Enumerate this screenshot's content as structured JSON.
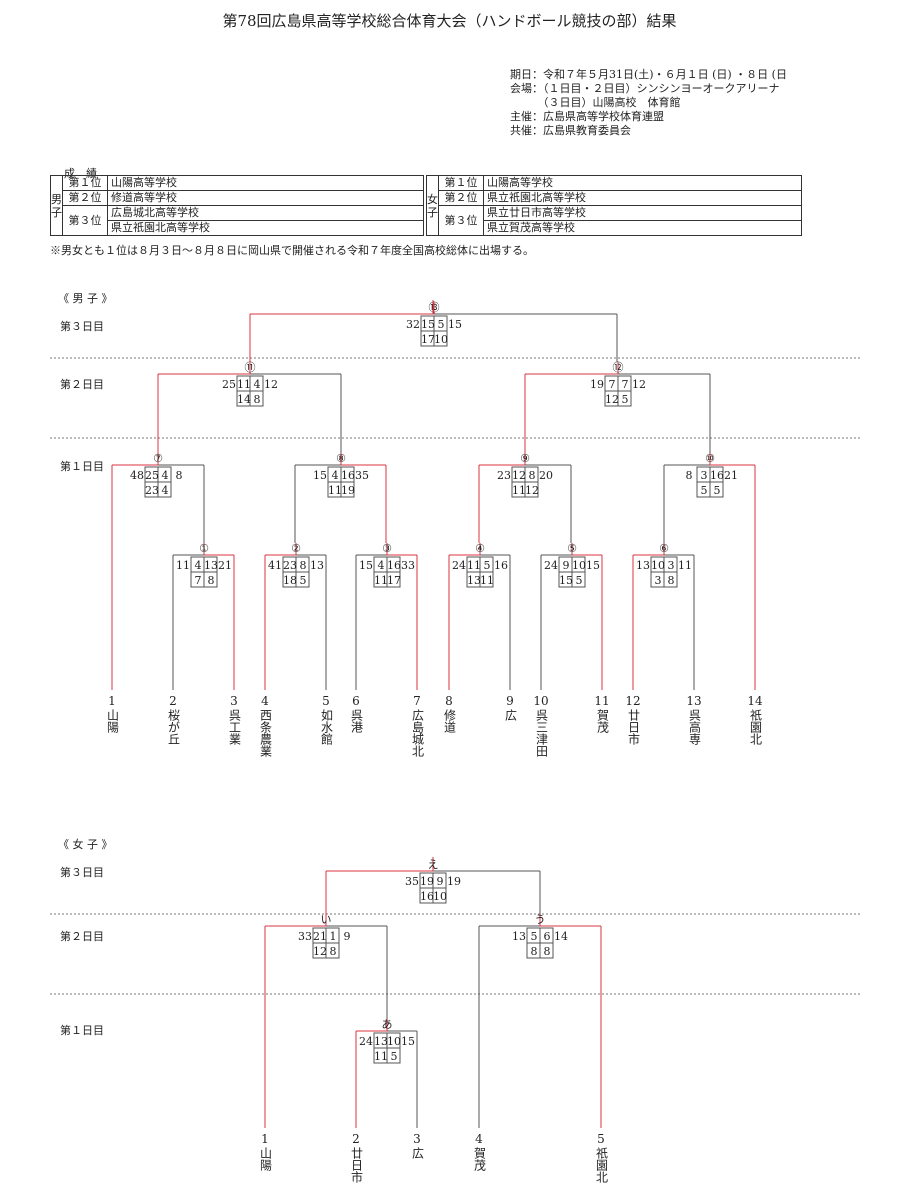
{
  "title": "第78回広島県高等学校総合体育大会（ハンドボール競技の部）結果",
  "info": [
    "期日：令和７年５月31日(土)・６月１日 (日) ・８日 (日",
    "会場：（１日目・２日目）シンシンヨーオークアリーナ",
    "　　　（３日目）山陽高校　体育館",
    "主催：広島県高等学校体育連盟",
    "共催：広島県教育委員会"
  ],
  "results_label": "成　績",
  "boys_label": "男子",
  "girls_label": "女子",
  "boys": [
    {
      "rank": "第１位",
      "school": "山陽高等学校"
    },
    {
      "rank": "第２位",
      "school": "修道高等学校"
    },
    {
      "rank": "第３位",
      "school": "広島城北高等学校"
    },
    {
      "rank": "",
      "school": "県立祇園北高等学校"
    }
  ],
  "girls": [
    {
      "rank": "第１位",
      "school": "山陽高等学校"
    },
    {
      "rank": "第２位",
      "school": "県立祇園北高等学校"
    },
    {
      "rank": "第３位",
      "school": "県立廿日市高等学校"
    },
    {
      "rank": "",
      "school": "県立賀茂高等学校"
    }
  ],
  "note": "※男女とも１位は８月３日～８月８日に岡山県で開催される令和７年度全国高校総体に出場する。",
  "sections": {
    "boys": "《 男 子 》",
    "girls": "《 女 子 》"
  },
  "days": {
    "d3": "第３日目",
    "d2": "第２日目",
    "d1": "第１日目"
  },
  "boys_teams": [
    {
      "num": "1",
      "name": "山陽"
    },
    {
      "num": "2",
      "name": "桜が丘"
    },
    {
      "num": "3",
      "name": "呉工業"
    },
    {
      "num": "4",
      "name": "西条農業"
    },
    {
      "num": "5",
      "name": "如水館"
    },
    {
      "num": "6",
      "name": "呉港"
    },
    {
      "num": "7",
      "name": "広島城北"
    },
    {
      "num": "8",
      "name": "修道"
    },
    {
      "num": "9",
      "name": "広"
    },
    {
      "num": "10",
      "name": "呉三津田"
    },
    {
      "num": "11",
      "name": "賀茂"
    },
    {
      "num": "12",
      "name": "廿日市"
    },
    {
      "num": "13",
      "name": "呉高専"
    },
    {
      "num": "14",
      "name": "祇園北"
    }
  ],
  "girls_teams": [
    {
      "num": "1",
      "name": "山陽"
    },
    {
      "num": "2",
      "name": "廿日市"
    },
    {
      "num": "3",
      "name": "広"
    },
    {
      "num": "4",
      "name": "賀茂"
    },
    {
      "num": "5",
      "name": "祇園北"
    }
  ],
  "boys_matches": [
    {
      "label": "①",
      "left": "11",
      "right": "21",
      "h1": [
        "4",
        "13"
      ],
      "h2": [
        "7",
        "8"
      ]
    },
    {
      "label": "②",
      "left": "41",
      "right": "13",
      "h1": [
        "23",
        "8"
      ],
      "h2": [
        "18",
        "5"
      ]
    },
    {
      "label": "③",
      "left": "15",
      "right": "33",
      "h1": [
        "4",
        "16"
      ],
      "h2": [
        "11",
        "17"
      ]
    },
    {
      "label": "④",
      "left": "24",
      "right": "16",
      "h1": [
        "11",
        "5"
      ],
      "h2": [
        "13",
        "11"
      ]
    },
    {
      "label": "⑤",
      "left": "24",
      "right": "15",
      "h1": [
        "9",
        "10"
      ],
      "h2": [
        "15",
        "5"
      ]
    },
    {
      "label": "⑥",
      "left": "13",
      "right": "11",
      "h1": [
        "10",
        "3"
      ],
      "h2": [
        "3",
        "8"
      ]
    },
    {
      "label": "⑦",
      "left": "48",
      "right": "8",
      "h1": [
        "25",
        "4"
      ],
      "h2": [
        "23",
        "4"
      ]
    },
    {
      "label": "⑧",
      "left": "15",
      "right": "35",
      "h1": [
        "4",
        "16"
      ],
      "h2": [
        "11",
        "19"
      ]
    },
    {
      "label": "⑨",
      "left": "23",
      "right": "20",
      "h1": [
        "12",
        "8"
      ],
      "h2": [
        "11",
        "12"
      ]
    },
    {
      "label": "⑩",
      "left": "8",
      "right": "21",
      "h1": [
        "3",
        "16"
      ],
      "h2": [
        "5",
        "5"
      ]
    },
    {
      "label": "⑪",
      "left": "25",
      "right": "12",
      "h1": [
        "11",
        "4"
      ],
      "h2": [
        "14",
        "8"
      ]
    },
    {
      "label": "⑫",
      "left": "19",
      "right": "12",
      "h1": [
        "7",
        "7"
      ],
      "h2": [
        "12",
        "5"
      ]
    },
    {
      "label": "⑬",
      "left": "32",
      "right": "15",
      "h1": [
        "15",
        "5"
      ],
      "h2": [
        "17",
        "10"
      ]
    }
  ],
  "girls_matches": [
    {
      "label": "あ",
      "left": "24",
      "right": "15",
      "h1": [
        "13",
        "10"
      ],
      "h2": [
        "11",
        "5"
      ]
    },
    {
      "label": "い",
      "left": "33",
      "right": "9",
      "h1": [
        "21",
        "1"
      ],
      "h2": [
        "12",
        "8"
      ]
    },
    {
      "label": "う",
      "left": "13",
      "right": "14",
      "h1": [
        "5",
        "6"
      ],
      "h2": [
        "8",
        "8"
      ]
    },
    {
      "label": "え",
      "left": "35",
      "right": "19",
      "h1": [
        "19",
        "9"
      ],
      "h2": [
        "16",
        "10"
      ]
    }
  ],
  "colors": {
    "winner": "#d9333f",
    "loser": "#555555",
    "divider": "#777777"
  }
}
